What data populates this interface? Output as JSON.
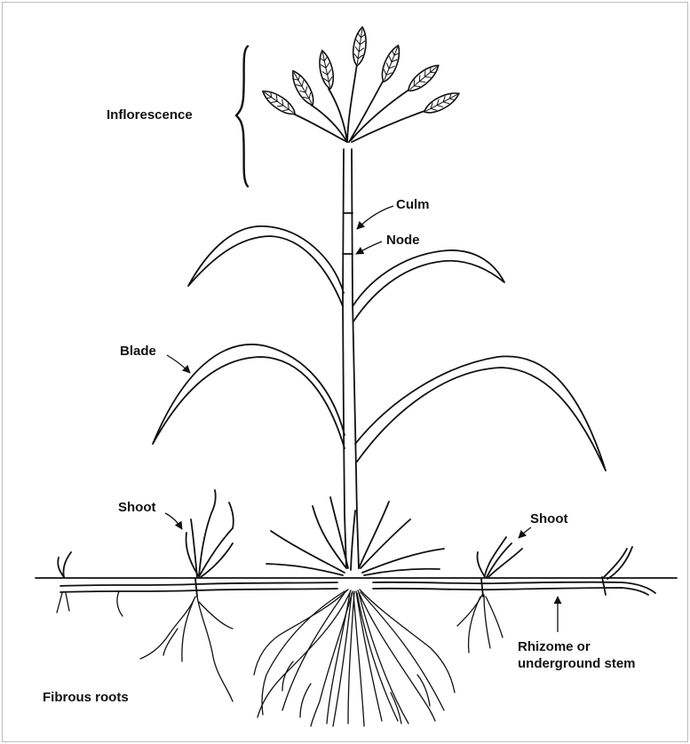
{
  "labels": {
    "inflorescence": "Inflorescence",
    "culm": "Culm",
    "node": "Node",
    "blade": "Blade",
    "shoot_left": "Shoot",
    "shoot_right": "Shoot",
    "rhizome_line1": "Rhizome or",
    "rhizome_line2": "underground stem",
    "fibrous_roots": "Fibrous roots"
  }
}
